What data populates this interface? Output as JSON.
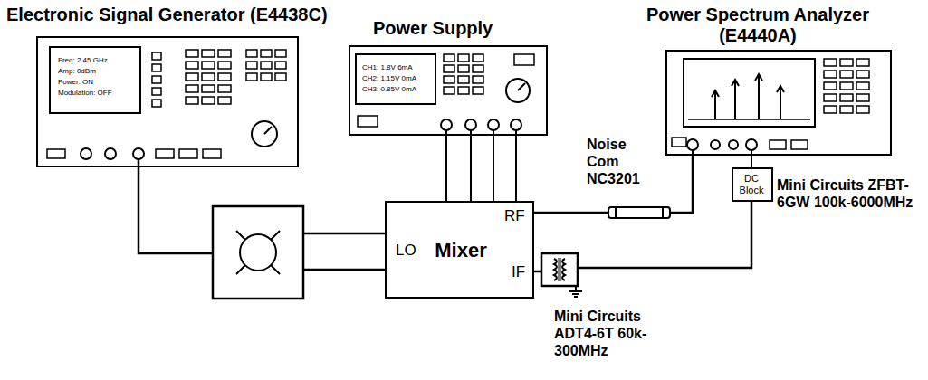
{
  "diagram": {
    "nodes": [
      {
        "text": [
          "Electronic Signal Generator (E4438C)",
          "Freq: 2.45 GHz",
          "Amp: 0dBm",
          "Power: ON",
          "Modulation: OFF"
        ]
      },
      {
        "text": [
          "Power Supply",
          "CH1: 1.8V 6mA",
          "CH2: 1.15V 0mA",
          "CH3: 0.85V 0mA"
        ]
      },
      {
        "text": [
          "Power Spectrum Analyzer (E4440A)"
        ]
      },
      {
        "text": [
          "LO",
          "Mixer",
          "RF",
          "IF"
        ]
      },
      {
        "text": [
          "DC Block"
        ]
      }
    ],
    "edges": [
      {
        "from": 1,
        "to": 3,
        "arrow": "none"
      },
      {
        "from": 1,
        "to": 3,
        "arrow": "none"
      },
      {
        "from": 1,
        "to": 3,
        "arrow": "none"
      },
      {
        "from": 1,
        "to": 3,
        "arrow": "none"
      },
      {
        "from": 4,
        "to": 2,
        "arrow": "none"
      }
    ],
    "labels": [
      "Noise Com NC3201",
      "Mini Circuits ZFBT-6GW 100k-6000MHz",
      "Mini Circuits ADT4-6T 60k-300MHz"
    ]
  }
}
